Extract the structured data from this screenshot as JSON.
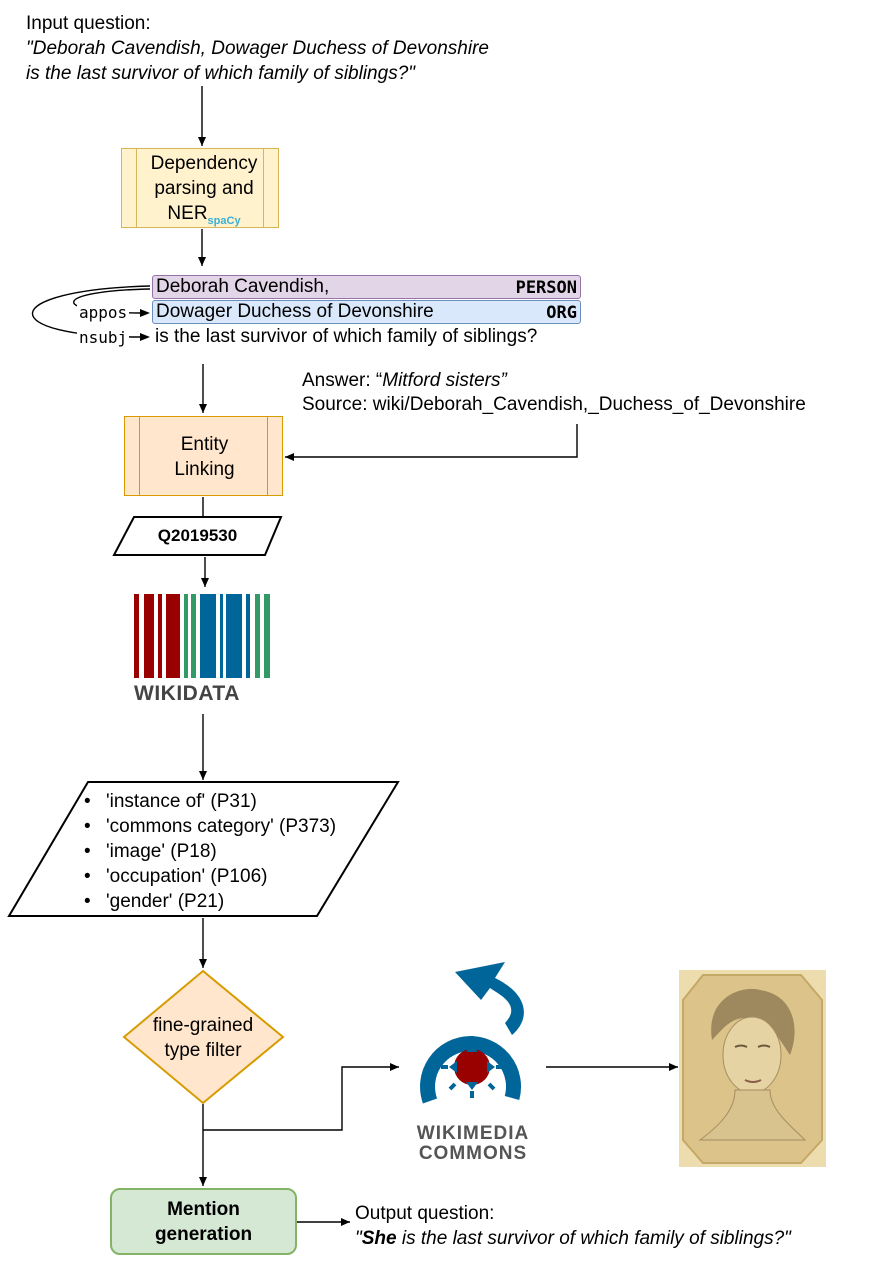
{
  "input": {
    "label": "Input question:",
    "line1": "\"Deborah Cavendish, Dowager Duchess of Devonshire",
    "line2": "is the last survivor of which family of siblings?\""
  },
  "ner_box": {
    "line1": "Dependency",
    "line2": "parsing and",
    "line3": "NER",
    "tool": "spaCy"
  },
  "tokens": {
    "t1": "Deborah Cavendish,",
    "t1_tag": "PERSON",
    "t2": "Dowager Duchess of Devonshire",
    "t2_tag": "ORG",
    "t3": "is the last survivor of which family of siblings?",
    "rel1": "appos",
    "rel2": "nsubj"
  },
  "answer": {
    "label": "Answer: “",
    "value": "Mitford sisters”",
    "source": "Source: wiki/Deborah_Cavendish,_Duchess_of_Devonshire"
  },
  "entity_linking": {
    "line1": "Entity",
    "line2": "Linking"
  },
  "qid": "Q2019530",
  "wikidata": "WIKIDATA",
  "properties": [
    "'instance of' (P31)",
    "'commons category' (P373)",
    "'image' (P18)",
    "'occupation' (P106)",
    "'gender' (P21)"
  ],
  "filter": {
    "line1": "fine-grained",
    "line2": "type filter"
  },
  "commons": {
    "line1": "WIKIMEDIA",
    "line2": "COMMONS"
  },
  "mention": {
    "line1": "Mention",
    "line2": "generation"
  },
  "output": {
    "label": "Output question:",
    "open": "\"",
    "she": "She",
    "rest": " is the last survivor of which family of siblings?\""
  },
  "colors": {
    "ner_fill": "#fff2cc",
    "ner_stroke": "#d6b656",
    "el_fill": "#ffe6cc",
    "el_stroke": "#d79b00",
    "person_fill": "#e1d5e7",
    "org_fill": "#dae8fc",
    "mention_fill": "#d5e8d4",
    "mention_stroke": "#82b366",
    "wikidata_red": "#990000",
    "wikidata_green": "#339966",
    "wikidata_blue": "#006699",
    "commons_blue": "#006699",
    "commons_red": "#990000"
  }
}
